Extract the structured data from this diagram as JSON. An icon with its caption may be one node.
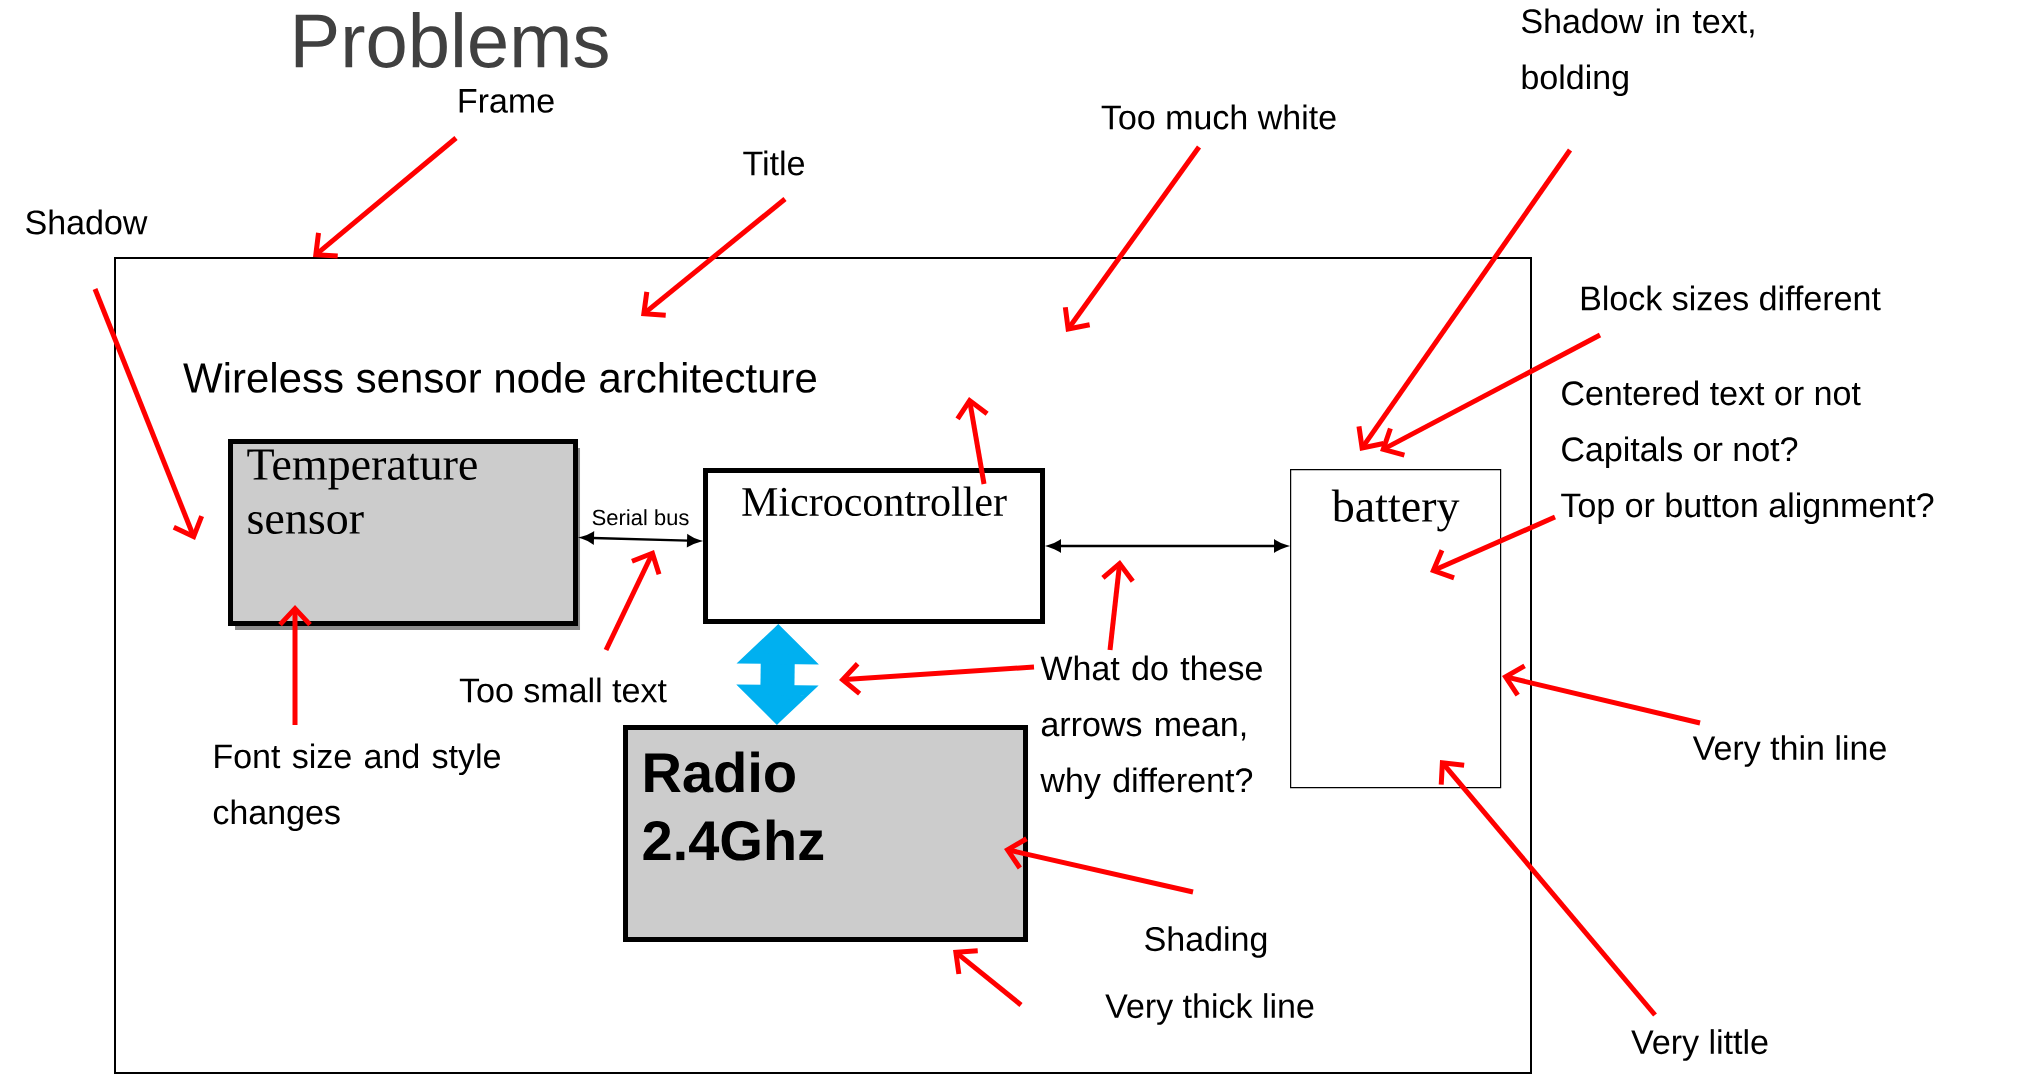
{
  "diagram": {
    "title": "Problems",
    "nodes": [
      {
        "text": [
          "Shadow in text, bolding"
        ]
      },
      {
        "text": [
          "Frame"
        ]
      },
      {
        "text": [
          "Too much white"
        ]
      },
      {
        "text": [
          "Title"
        ]
      },
      {
        "text": [
          "Shadow"
        ]
      },
      {
        "text": [
          "Wireless sensor node architecture"
        ]
      },
      {
        "text": [
          "Block sizes different"
        ]
      },
      {
        "text": [
          "Centered text or not",
          "Capitals or not?",
          "Top or button alignment?"
        ]
      },
      {
        "text": [
          "Temperature sensor"
        ],
        "in": 5
      },
      {
        "text": [
          "Microcontroller"
        ],
        "in": 5
      },
      {
        "text": [
          "battery"
        ],
        "in": 5
      },
      {
        "text": [
          "Radio 2.4Ghz"
        ],
        "in": 5
      },
      {
        "text": [
          "Too small text"
        ],
        "in": 5
      },
      {
        "text": [
          "What do these arrows mean, why different?"
        ],
        "in": 5
      },
      {
        "text": [
          "Font size and style changes"
        ],
        "in": 5
      },
      {
        "text": [
          "Very thin line"
        ]
      },
      {
        "text": [
          "Shading"
        ],
        "in": 5
      },
      {
        "text": [
          "Very thick line"
        ],
        "in": 5
      },
      {
        "text": [
          "Very little"
        ]
      }
    ],
    "edges": [
      {
        "from": 8,
        "to": 9,
        "arrow": "both",
        "label": "Serial bus",
        "color": "#000000"
      },
      {
        "from": 9,
        "to": 10,
        "arrow": "both",
        "color": "#000000"
      },
      {
        "from": 9,
        "to": 11,
        "arrow": "both",
        "style": "thick",
        "color": "#00b0f0"
      },
      {
        "from": 0,
        "to": 10,
        "arrow": "to"
      },
      {
        "from": 1,
        "to": 5,
        "arrow": "to"
      },
      {
        "from": 2,
        "to": null,
        "arrow": "to"
      },
      {
        "from": 3,
        "to": null,
        "arrow": "to"
      },
      {
        "from": 4,
        "to": 8,
        "arrow": "to"
      },
      {
        "from": 6,
        "to": 10,
        "arrow": "to"
      },
      {
        "from": 7,
        "to": 10,
        "arrow": "to"
      },
      {
        "from": 9,
        "to": null,
        "arrow": "to"
      },
      {
        "from": 12,
        "to": null,
        "arrow": "to"
      },
      {
        "from": 14,
        "to": 8,
        "arrow": "to"
      },
      {
        "from": 13,
        "to": null,
        "arrow": "to"
      },
      {
        "from": 13,
        "to": null,
        "arrow": "to"
      },
      {
        "from": 15,
        "to": 10,
        "arrow": "to"
      },
      {
        "from": 16,
        "to": 11,
        "arrow": "to"
      },
      {
        "from": 17,
        "to": 11,
        "arrow": "to"
      },
      {
        "from": 18,
        "to": 10,
        "arrow": "to"
      }
    ]
  }
}
